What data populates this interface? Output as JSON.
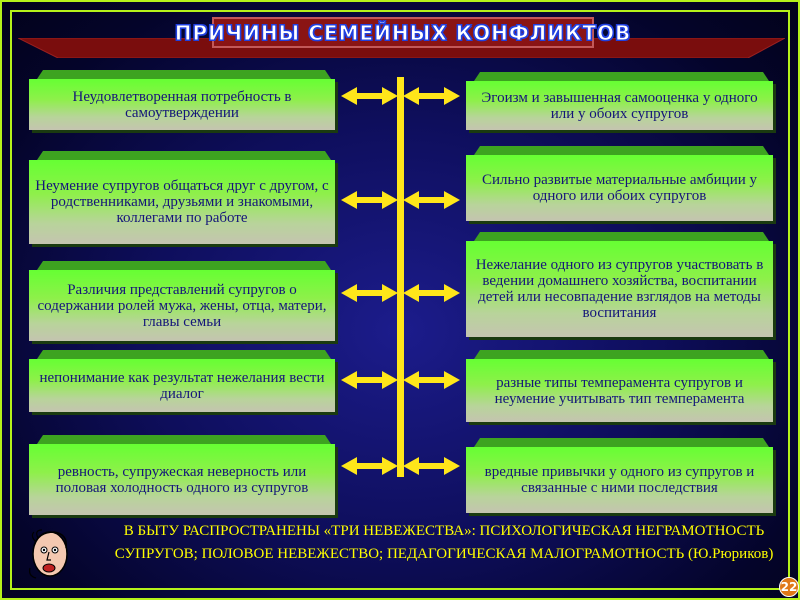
{
  "title": "ПРИЧИНЫ СЕМЕЙНЫХ КОНФЛИКТОВ",
  "causes_left": [
    "Неудовлетворенная потребность в самоутверждении",
    "Неумение супругов общаться друг с другом, с родственниками, друзьями и знакомыми, коллегами по работе",
    "Различия представлений супругов о содержании ролей мужа, жены, отца, матери, главы семьи",
    "непонимание как результат нежелания вести диалог",
    "ревность, супружеская неверность или половая холодность одного из супругов"
  ],
  "causes_right": [
    "Эгоизм и завышенная самооценка у одного или у обоих  супругов",
    "Сильно развитые материальные амбиции у одного или обоих супругов",
    "Нежелание одного из супругов участвовать в ведении домашнего хозяйства, воспитании детей или несовпадение взглядов на методы воспитания",
    "разные типы темперамента супругов и неумение учитывать тип темперамента",
    "вредные привычки у одного из супругов и связанные с ними последствия"
  ],
  "footer_note": "В БЫТУ РАСПРОСТРАНЕНЫ «ТРИ НЕВЕЖЕСТВА»: ПСИХОЛОГИЧЕСКАЯ НЕГРАМОТНОСТЬ СУПРУГОВ; ПОЛОВОЕ НЕВЕЖЕСТВО; ПЕДАГОГИЧЕСКАЯ МАЛОГРАМОТНОСТЬ (Ю.Рюриков)",
  "page_number": "22",
  "colors": {
    "frame": "#b5f21a",
    "connector": "#ffe61a",
    "box_green": "#66ff33",
    "box_text": "#15157a",
    "title_bg": "#8a1414",
    "footer_text": "#ffff00"
  },
  "icons": {
    "presenter": "thinking-face-icon",
    "page_badge": "page-number-badge"
  }
}
